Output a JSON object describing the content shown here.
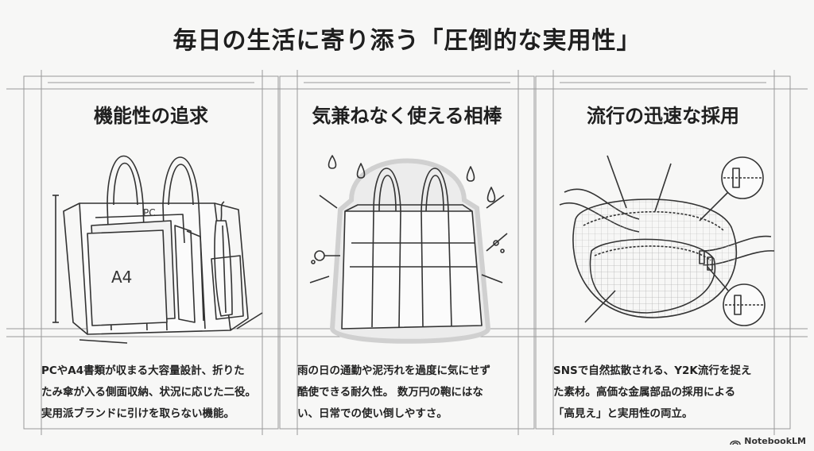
{
  "header": {
    "title": "毎日の生活に寄り添う「圧倒的な実用性」"
  },
  "panels": [
    {
      "title": "機能性の追求",
      "labels": {
        "pc": "PC",
        "a4": "A4"
      },
      "description": "PCやA4書類が収まる大容量設計、折りた\nたみ傘が入る側面収納、状況に応じた二役。\n実用派ブランドに引けを取らない機能。",
      "icon": "tote-bag-with-umbrella-icon"
    },
    {
      "title": "気兼ねなく使える相棒",
      "description": "雨の日の通勤や泥汚れを過度に気にせず\n酷使できる耐久性。 数万円の鞄にはな\nい、日常での使い倒しやすさ。",
      "icon": "protected-tote-bag-icon"
    },
    {
      "title": "流行の迅速な採用",
      "description": "SNSで自然拡散される、Y2K流行を捉え\nた素材。高価な金属部品の採用による\n「高見え」と実用性の両立。",
      "icon": "waist-bag-icon"
    }
  ],
  "footer": {
    "brand": "NotebookLM"
  },
  "colors": {
    "ink": "#222222",
    "guide": "#9a9a9a",
    "background": "#f7f7f6"
  }
}
